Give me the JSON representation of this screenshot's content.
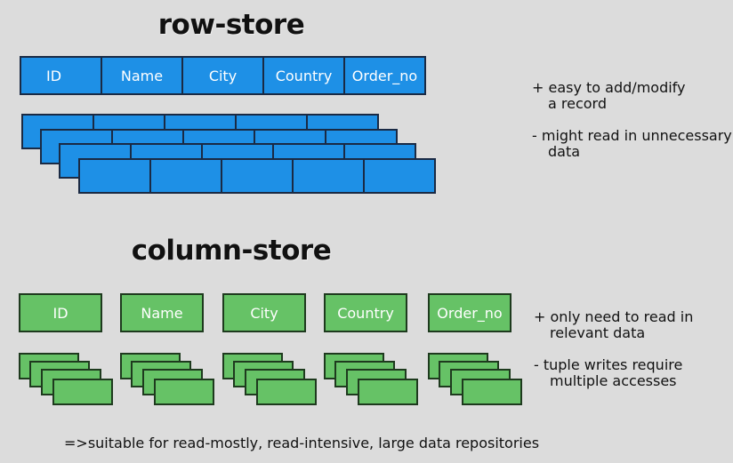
{
  "row_store": {
    "title": "row-store",
    "columns": [
      "ID",
      "Name",
      "City",
      "Country",
      "Order_no"
    ],
    "pros": [
      "+ easy to add/modify",
      "a record"
    ],
    "cons": [
      "- might read in unnecessary",
      "data"
    ]
  },
  "column_store": {
    "title": "column-store",
    "columns": [
      "ID",
      "Name",
      "City",
      "Country",
      "Order_no"
    ],
    "pros": [
      "+ only need to read in",
      "relevant data"
    ],
    "cons": [
      "- tuple writes require",
      "multiple accesses"
    ]
  },
  "footer": "=>suitable for read-mostly, read-intensive, large data repositories",
  "colors": {
    "row_fill": "#1e90e6",
    "column_fill": "#66c266",
    "background": "#dcdcdc"
  }
}
